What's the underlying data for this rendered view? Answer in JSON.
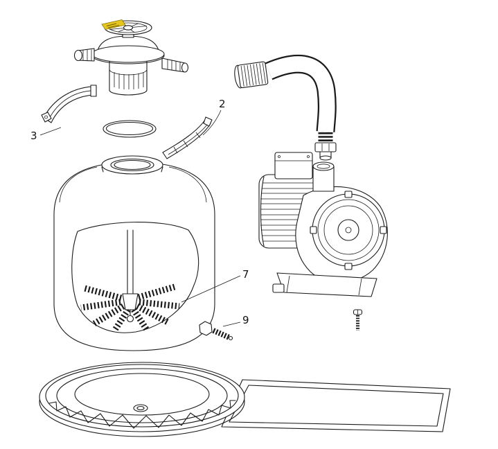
{
  "colors": {
    "line": "#1a1a1a",
    "background": "#ffffff",
    "sticker_yellow": "#e7c51f"
  },
  "callouts": [
    {
      "label": "2"
    },
    {
      "label": "3"
    },
    {
      "label": "7"
    },
    {
      "label": "9"
    }
  ]
}
